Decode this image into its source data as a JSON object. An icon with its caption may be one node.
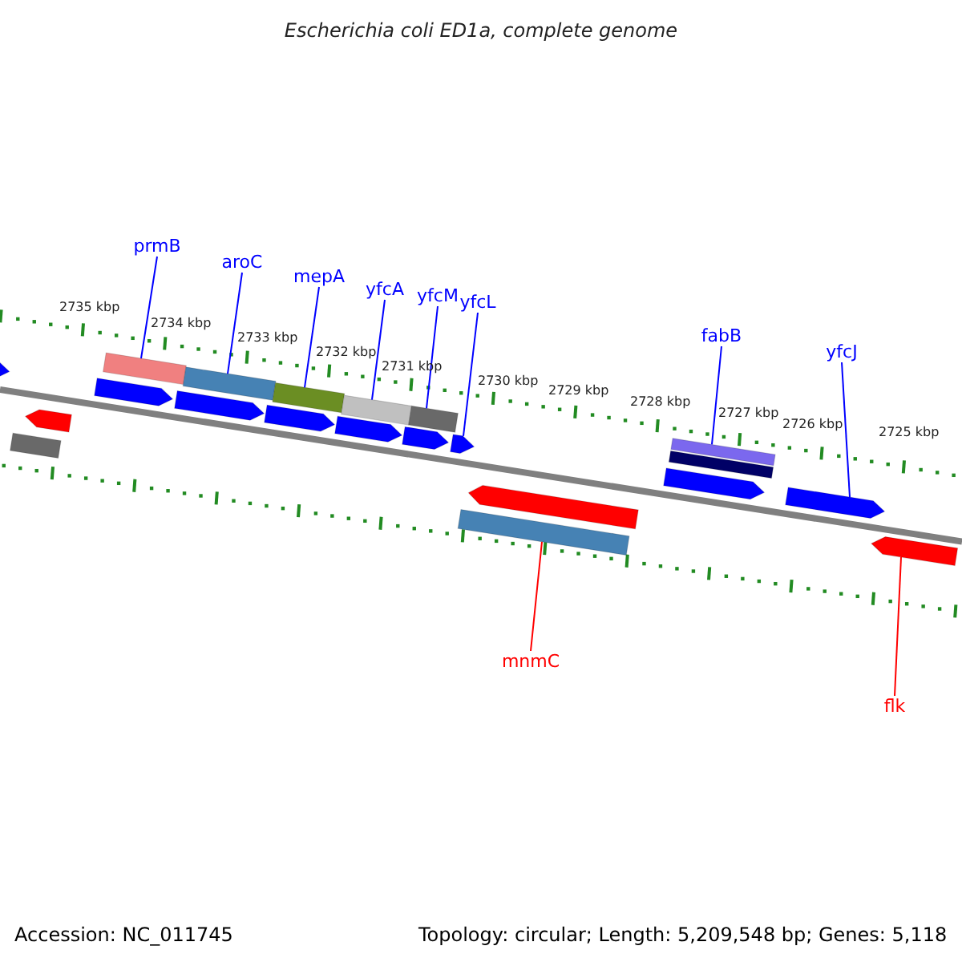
{
  "diagram": {
    "title": "Escherichia coli ED1a, complete genome",
    "nodes": [
      {
        "text": [
          "prmB"
        ]
      },
      {
        "text": [
          "aroC"
        ]
      },
      {
        "text": [
          "mepA"
        ]
      },
      {
        "text": [
          "yfcA"
        ]
      },
      {
        "text": [
          "yfcM"
        ]
      },
      {
        "text": [
          "yfcL"
        ]
      },
      {
        "text": [
          "fabB"
        ]
      },
      {
        "text": [
          "yfcJ"
        ]
      },
      {
        "text": [
          "mnmC"
        ]
      },
      {
        "text": [
          "flk"
        ]
      },
      {
        "text": [],
        "shape": "pentagon"
      },
      {
        "text": [],
        "shape": "bar"
      },
      {
        "text": [],
        "shape": "pentagon"
      },
      {
        "text": [],
        "shape": "pentagon"
      },
      {
        "text": [],
        "shape": "bar"
      },
      {
        "text": [],
        "shape": "pentagon"
      },
      {
        "text": [],
        "shape": "bar"
      },
      {
        "text": [],
        "shape": "pentagon"
      },
      {
        "text": [],
        "shape": "bar"
      },
      {
        "text": [],
        "shape": "pentagon"
      },
      {
        "text": [],
        "shape": "bar"
      },
      {
        "text": [],
        "shape": "pentagon"
      },
      {
        "text": [],
        "shape": "bar"
      },
      {
        "text": [],
        "shape": "pentagon"
      },
      {
        "text": [],
        "shape": "bar"
      },
      {
        "text": [],
        "shape": "pentagon"
      },
      {
        "text": [],
        "shape": "pentagon"
      },
      {
        "text": [],
        "shape": "bar"
      },
      {
        "text": [],
        "shape": "bar"
      },
      {
        "text": [],
        "shape": "pentagon"
      },
      {
        "text": [],
        "shape": "pentagon"
      }
    ],
    "edges": [
      {
        "from": 0,
        "to": 14,
        "arrow": "none"
      },
      {
        "from": 1,
        "to": 16,
        "arrow": "none"
      },
      {
        "from": 2,
        "to": 18,
        "arrow": "none"
      },
      {
        "from": 3,
        "to": 20,
        "arrow": "none"
      },
      {
        "from": 4,
        "to": 22,
        "arrow": "none"
      },
      {
        "from": 5,
        "to": 23,
        "arrow": "none"
      },
      {
        "from": 6,
        "to": 27,
        "arrow": "none"
      },
      {
        "from": 7,
        "to": 29,
        "arrow": "none"
      },
      {
        "from": 8,
        "to": 24,
        "arrow": "none",
        "color": "#ff0000"
      },
      {
        "from": 9,
        "to": 30,
        "arrow": "none",
        "color": "#ff0000"
      }
    ],
    "labels": [
      "2735 kbp",
      "2734 kbp",
      "2733 kbp",
      "2732 kbp",
      "2731 kbp",
      "2730 kbp",
      "2729 kbp",
      "2728 kbp",
      "2727 kbp",
      "2726 kbp",
      "2725 kbp",
      "Accession: NC_011745",
      "Topology: circular; Length: 5,209,548 bp; Genes: 5,118"
    ]
  }
}
